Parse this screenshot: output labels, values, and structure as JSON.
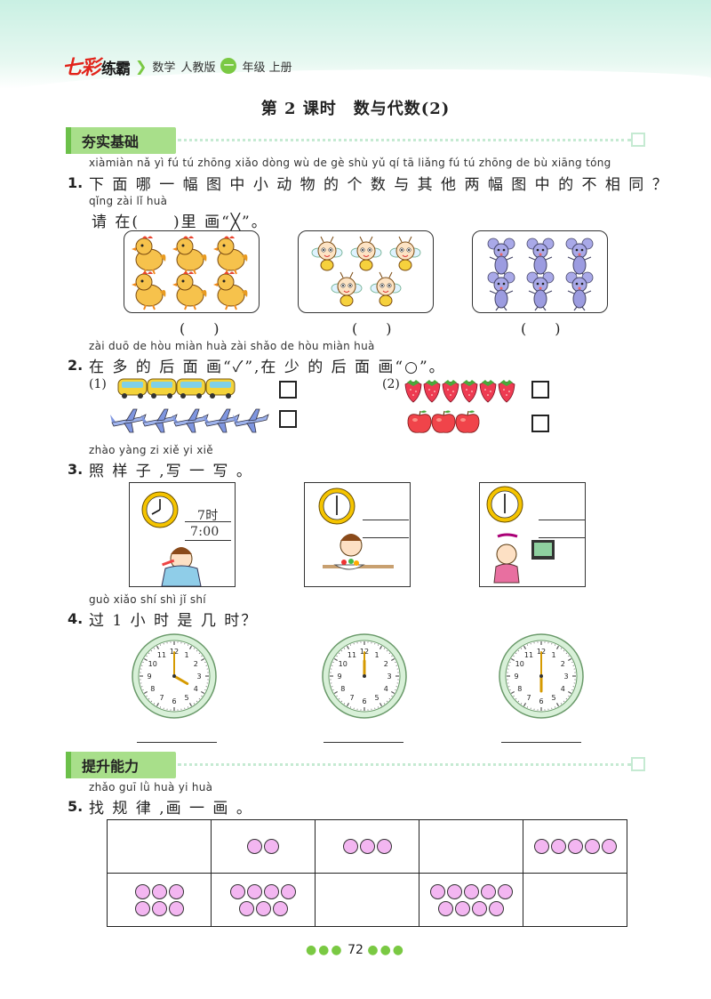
{
  "header": {
    "brand_main": "七彩",
    "brand_sub": "练霸",
    "subject": "数学",
    "edition": "人教版",
    "grade_num": "一",
    "grade_text": "年级 上册"
  },
  "lesson_title": "第 2 课时　数与代数(2)",
  "sections": {
    "basic": "夯实基础",
    "advanced": "提升能力"
  },
  "q1": {
    "number": "1.",
    "pinyin_line1": "xiàmiàn nǎ  yì   fú   tú  zhōng xiǎo dòng wù de  gè shù yǔ   qí   tā liǎng fú   tú  zhōng de  bù xiāng tóng",
    "text_line1": "下 面  哪 一 幅 图  中   小  动  物 的 个 数 与 其 他  两  幅 图  中  的 不 相  同 ？",
    "pinyin_line2": "qǐng zài              lǐ huà",
    "text_line2": "请 在(　　)里 画“╳”。",
    "answer_paren": "(　　)"
  },
  "q2": {
    "number": "2.",
    "pinyin": "zài duō de hòu miàn huà           zài shǎo de hòu miàn huà",
    "text": "在 多 的 后  面  画“✓”,在 少  的 后  面  画“○”。",
    "label1": "(1)",
    "label2": "(2)"
  },
  "q3": {
    "number": "3.",
    "pinyin": "zhào yàng zi    xiě yi xiě",
    "text": "照  样 子 ,写 一 写 。",
    "example_hour": "7时",
    "example_time": "7:00"
  },
  "q4": {
    "number": "4.",
    "pinyin": "guò    xiǎo shí shì  jǐ  shí",
    "text": "过  1  小 时 是 几 时？"
  },
  "q5": {
    "number": "5.",
    "pinyin": "zhǎo guī lǜ   huà yi huà",
    "text": "找  规 律 ,画 一 画 。",
    "top_row": [
      0,
      2,
      3,
      0,
      5
    ],
    "bottom_row": [
      6,
      7,
      0,
      9,
      0
    ]
  },
  "clock_numbers": [
    "12",
    "1",
    "2",
    "3",
    "4",
    "5",
    "6",
    "7",
    "8",
    "9",
    "10",
    "11"
  ],
  "page_number": "72",
  "colors": {
    "accent_green": "#7ac943",
    "tab_green": "#a8df8a",
    "header_mint": "#c9f0e3",
    "circle_pink": "#f3b6f1",
    "clock_yellow": "#f5c400"
  }
}
